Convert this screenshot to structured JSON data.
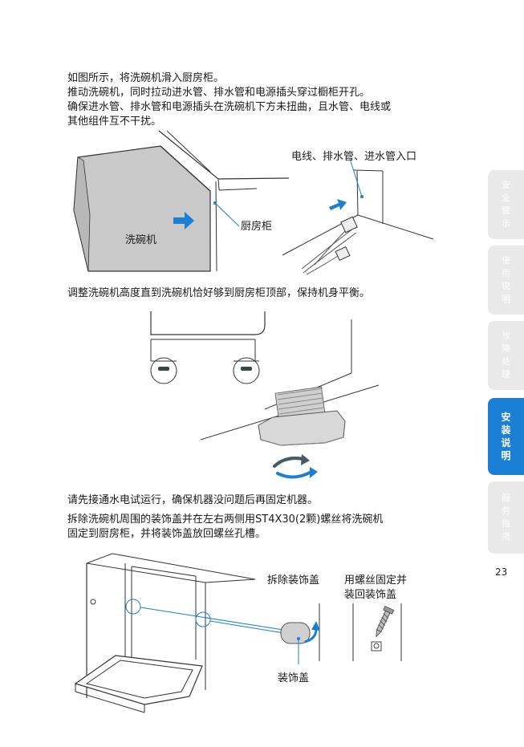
{
  "instructions": {
    "p1": "如图所示，将洗碗机滑入厨房柜。",
    "p2": "推动洗碗机，同时拉动进水管、排水管和电源插头穿过橱柜开孔。",
    "p3": "确保进水管、排水管和电源插头在洗碗机下方未扭曲，且水管、电线或",
    "p4": "其他组件互不干扰。",
    "p5": "调整洗碗机高度直到洗碗机恰好够到厨房柜顶部，保持机身平衡。",
    "p6": "请先接通水电试运行，确保机器没问题后再固定机器。",
    "p7": "拆除洗碗机周围的装饰盖并在左右两侧用ST4X30(2颗)螺丝将洗碗机",
    "p8": "固定到厨房柜，并将装饰盖放回螺丝孔槽。"
  },
  "figure1": {
    "dishwasher_label": "洗碗机",
    "cabinet_label": "厨房柜",
    "inlet_label": "电线、排水管、进水管入口"
  },
  "figure3": {
    "remove_cover_label": "拆除装饰盖",
    "fix_screw_label_line1": "用螺丝固定并",
    "fix_screw_label_line2": "装回装饰盖",
    "cover_label": "装饰盖"
  },
  "side_tabs": [
    {
      "label": "安全警示",
      "active": false
    },
    {
      "label": "使用说明",
      "active": false
    },
    {
      "label": "故障处理",
      "active": false
    },
    {
      "label": "安装说明",
      "active": true
    },
    {
      "label": "服务指南",
      "active": false
    }
  ],
  "page_number": "23",
  "colors": {
    "accent": "#1b7fd4",
    "tab_inactive": "#e9e9e9",
    "arrow": "#1b7fd4"
  }
}
